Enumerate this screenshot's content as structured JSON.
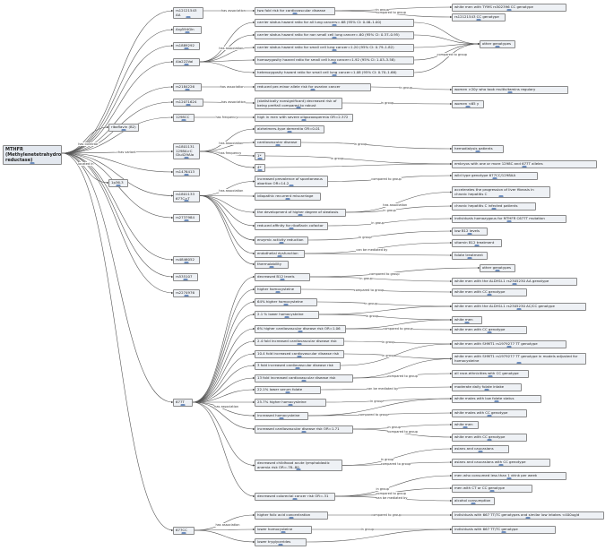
{
  "nodes": [
    {
      "id": "mthfr",
      "label": "MTHFR (Methylenetetrahydrofolate reductase)"
    },
    {
      "id": "rib",
      "label": "riboflavin (B2)"
    },
    {
      "id": "loc",
      "label": "1p36.3"
    },
    {
      "id": "rs1",
      "label": "rs12121543 AA"
    },
    {
      "id": "a1",
      "label": "two fold risk for cardiovascular disease"
    },
    {
      "id": "ant1",
      "label": "white men with TYMS rs502396 CC genotype"
    },
    {
      "id": "ant2",
      "label": "rs12121543 CC genotype"
    },
    {
      "id": "rs2",
      "label": "Arg594Gln"
    },
    {
      "id": "b1",
      "label": "carrier status hazard ratio for all lung cancers=.68 (95% CI: 0.46–1.00)"
    },
    {
      "id": "b2",
      "label": "carrier status hazard ratio for non small cell lung cancer=.60 (95% CI: 0.37–0.95)"
    },
    {
      "id": "rs3",
      "label": "rs1889292"
    },
    {
      "id": "b3",
      "label": "carrier status hazard ratio for small cell lung cancer=1.20 (95% CI: 0.79–1.82)"
    },
    {
      "id": "rs4",
      "label": "Ala222Val"
    },
    {
      "id": "b4",
      "label": "homozygosity hazard ratio for small cell lung cancer=1.92 (95% CI: 1.03–3.58)"
    },
    {
      "id": "b5",
      "label": "heterozygosity hazard ratio for small cell lung cancer=1.08 (95% CI: 0.70–1.66)"
    },
    {
      "id": "og",
      "label": "other genotypes"
    },
    {
      "id": "rs5",
      "label": "rs2184226"
    },
    {
      "id": "c1",
      "label": "reduced per-minor allele risk for ovarian cancer"
    },
    {
      "id": "ig1",
      "label": "women >20y who took multivitamins regulary"
    },
    {
      "id": "rs6",
      "label": "rs12071624"
    },
    {
      "id": "c2",
      "label": "(statistically nonsignificant) decreased risk of being preHall compared to robust"
    },
    {
      "id": "ig2",
      "label": "women <65 y"
    },
    {
      "id": "rs7",
      "label": "1298CC"
    },
    {
      "id": "c3",
      "label": "high in men with severe oligozoospermia OR=2.372"
    },
    {
      "id": "rs8",
      "label": "rs1801131 1298A>C Glu429Ala"
    },
    {
      "id": "d1",
      "label": "alzheimers-type dementia OR=0.01"
    },
    {
      "id": "d2",
      "label": "cardiovascular disease"
    },
    {
      "id": "ig3",
      "label": "hemodialysis patients"
    },
    {
      "id": "f1",
      "label": "1*"
    },
    {
      "id": "f2",
      "label": "4*"
    },
    {
      "id": "ig4",
      "label": "embryos with one or more 1298C and 677T alleles"
    },
    {
      "id": "rs9",
      "label": "rs1476413"
    },
    {
      "id": "rs10",
      "label": "rs1801133 677C>T"
    },
    {
      "id": "e1",
      "label": "increased prevalence of spontaneous abortion OR=14.2"
    },
    {
      "id": "ig5",
      "label": "wild type genotype 677CC/1298AA"
    },
    {
      "id": "e2",
      "label": "idiopathic recurrent miscarriage"
    },
    {
      "id": "e3",
      "label": "the development of higher degree of steatosis"
    },
    {
      "id": "h1",
      "label": "accelerates the progression of liver fibrosis in chronic hepatitis C"
    },
    {
      "id": "ig6",
      "label": "chronic hepatitis C infected patients"
    },
    {
      "id": "e4",
      "label": "reduced affinity for riboflavin cofactor"
    },
    {
      "id": "ig7",
      "label": "individuals homozygous for MTHFR C677T mutation"
    },
    {
      "id": "e5",
      "label": "enzymic activity reduction"
    },
    {
      "id": "ig8",
      "label": "low B12 levels"
    },
    {
      "id": "e6",
      "label": "endothelial dysfunction"
    },
    {
      "id": "m1",
      "label": "vitamin B12 treatment"
    },
    {
      "id": "m2",
      "label": "folate treatment"
    },
    {
      "id": "e7",
      "label": "thermolability"
    },
    {
      "id": "rs11",
      "label": "rs2737984"
    },
    {
      "id": "rs12",
      "label": "rs4846052"
    },
    {
      "id": "rs13",
      "label": "rs535107"
    },
    {
      "id": "rs14",
      "label": "rs2274976"
    },
    {
      "id": "og2",
      "label": "other genotypes"
    },
    {
      "id": "e8",
      "label": "decreased B12 levels"
    },
    {
      "id": "ig9",
      "label": "white men with the ALDH1L1 rs2305230 AA genotype"
    },
    {
      "id": "e9",
      "label": "higher homocysteine"
    },
    {
      "id": "ig10",
      "label": "white men with CC genotype"
    },
    {
      "id": "e10",
      "label": "64% higher homocysteine"
    },
    {
      "id": "ig11",
      "label": "white men with the ALDH1L1 rs2305230 AC/CC genotype"
    },
    {
      "id": "e11",
      "label": "2.1 % lower homocysteine"
    },
    {
      "id": "ig12",
      "label": "white men"
    },
    {
      "id": "e12",
      "label": "6% higher cardiovascular disease risk OR=1.06"
    },
    {
      "id": "ig13",
      "label": "white men with CC genotype"
    },
    {
      "id": "e13",
      "label": "2.4 fold increased cardiovascular disease risk"
    },
    {
      "id": "ig14",
      "label": "white men with SHMT1 rs1979277 TT genotype"
    },
    {
      "id": "e14",
      "label": "10.4 fold increased cardiovascular disease risk"
    },
    {
      "id": "ig15",
      "label": "white men with SHMT1 rs1979277 TT genotype in models adjusted for homocysteine"
    },
    {
      "id": "e15",
      "label": "3 fold increased cardiovascular disease risk"
    },
    {
      "id": "e16",
      "label": "13 fold increased cardiovascular disease risk"
    },
    {
      "id": "ig16",
      "label": "all race-ethnicities with CC genotype"
    },
    {
      "id": "e17",
      "label": "22.1% lower serum folate"
    },
    {
      "id": "m3",
      "label": "moderate daily folate intake"
    },
    {
      "id": "e18",
      "label": "25.7% higher homocysteine"
    },
    {
      "id": "ig17",
      "label": "white males with low folate status"
    },
    {
      "id": "rs15",
      "label": "677T"
    },
    {
      "id": "e19",
      "label": "increased homocysteine"
    },
    {
      "id": "ig18",
      "label": "white males with CC genotype"
    },
    {
      "id": "e20",
      "label": "increased cardiovascular disease risk OR=1.71"
    },
    {
      "id": "ig19",
      "label": "white men"
    },
    {
      "id": "ig20",
      "label": "white men with CC genotype"
    },
    {
      "id": "e21",
      "label": "decreased childhood acute lymphoblastic anemia risk OR=.78-.80"
    },
    {
      "id": "ig21",
      "label": "asians and caucasians"
    },
    {
      "id": "ig22",
      "label": "asians and caucasians with CC genotype"
    },
    {
      "id": "e22",
      "label": "decreased colorectal cancer risk OR=.31"
    },
    {
      "id": "ig23",
      "label": "men who consumed less than 1 drink per week"
    },
    {
      "id": "ig24",
      "label": "men with CT or CC genotype"
    },
    {
      "id": "m4",
      "label": "alcohol consumption"
    },
    {
      "id": "rs16",
      "label": "677CC"
    },
    {
      "id": "g1",
      "label": "higher folic acid concentration"
    },
    {
      "id": "ig25",
      "label": "individuals with 667 TT/TC genotypes and similar low intakes <400ug/d"
    },
    {
      "id": "g2",
      "label": "lower homocysteine"
    },
    {
      "id": "ig26",
      "label": "individuals with 667 TT/TC genotype"
    },
    {
      "id": "g3",
      "label": "lower tryglycerides"
    }
  ],
  "edge_labels": {
    "has_collector": "has collector",
    "located_in": "located in",
    "has_variant": "has variant",
    "has_association": "has association",
    "has_frequency": "has frequency",
    "compared_to_group": "compared to group",
    "in_group": "in group",
    "can_be_mediated_by": "can be mediated by"
  },
  "edges": [
    {
      "s": "mthfr",
      "t": "rib",
      "l": "has_collector"
    },
    {
      "s": "mthfr",
      "t": "loc",
      "l": "located_in"
    },
    {
      "s": "rs1",
      "t": "a1",
      "l": "has_association"
    },
    {
      "s": "a1",
      "t": "ant1",
      "l": "in_group"
    },
    {
      "s": "a1",
      "t": "ant2",
      "l": "compared_to_group"
    },
    {
      "s": "rs4",
      "t": "b1",
      "l": "has_association"
    },
    {
      "s": "rs4",
      "t": "b2",
      "l": ""
    },
    {
      "s": "rs4",
      "t": "b3",
      "l": ""
    },
    {
      "s": "rs4",
      "t": "b4",
      "l": ""
    },
    {
      "s": "rs4",
      "t": "b5",
      "l": ""
    },
    {
      "s": "b1",
      "t": "og",
      "l": ""
    },
    {
      "s": "b2",
      "t": "og",
      "l": ""
    },
    {
      "s": "b3",
      "t": "og",
      "l": ""
    },
    {
      "s": "b4",
      "t": "og",
      "l": "compared_to_group"
    },
    {
      "s": "b5",
      "t": "og",
      "l": ""
    },
    {
      "s": "rs5",
      "t": "c1",
      "l": "has_association"
    },
    {
      "s": "c1",
      "t": "ig1",
      "l": "in_group"
    },
    {
      "s": "rs6",
      "t": "c2",
      "l": "has_association"
    },
    {
      "s": "c2",
      "t": "ig2",
      "l": "in_group"
    },
    {
      "s": "rs7",
      "t": "c3",
      "l": "has_frequency"
    },
    {
      "s": "rs8",
      "t": "d1",
      "l": "has_association"
    },
    {
      "s": "rs8",
      "t": "d2",
      "l": ""
    },
    {
      "s": "d2",
      "t": "ig3",
      "l": "in_group"
    },
    {
      "s": "rs8",
      "t": "f1",
      "l": "has_frequency"
    },
    {
      "s": "rs8",
      "t": "f2",
      "l": ""
    },
    {
      "s": "f1",
      "t": "ig4",
      "l": "in_group"
    },
    {
      "s": "f2",
      "t": "ig4",
      "l": ""
    },
    {
      "s": "rs10",
      "t": "e1",
      "l": "has_association"
    },
    {
      "s": "e1",
      "t": "ig5",
      "l": "compared_to_group"
    },
    {
      "s": "rs10",
      "t": "e2",
      "l": ""
    },
    {
      "s": "rs10",
      "t": "e3",
      "l": ""
    },
    {
      "s": "e3",
      "t": "h1",
      "l": "has_association"
    },
    {
      "s": "e3",
      "t": "ig6",
      "l": "in_group"
    },
    {
      "s": "rs10",
      "t": "e4",
      "l": ""
    },
    {
      "s": "e4",
      "t": "ig7",
      "l": "in_group"
    },
    {
      "s": "rs10",
      "t": "e5",
      "l": ""
    },
    {
      "s": "e5",
      "t": "ig8",
      "l": "in_group"
    },
    {
      "s": "rs10",
      "t": "e6",
      "l": ""
    },
    {
      "s": "e6",
      "t": "m1",
      "l": "can_be_mediated_by"
    },
    {
      "s": "e6",
      "t": "m2",
      "l": ""
    },
    {
      "s": "rs10",
      "t": "e7",
      "l": ""
    },
    {
      "s": "rs15",
      "t": "e8",
      "l": ""
    },
    {
      "s": "e8",
      "t": "og2",
      "l": "compared_to_group"
    },
    {
      "s": "e8",
      "t": "ig9",
      "l": "in_group"
    },
    {
      "s": "rs15",
      "t": "e9",
      "l": ""
    },
    {
      "s": "e9",
      "t": "ig10",
      "l": "compared_to_group"
    },
    {
      "s": "rs15",
      "t": "e10",
      "l": ""
    },
    {
      "s": "e10",
      "t": "ig11",
      "l": "in_group"
    },
    {
      "s": "rs15",
      "t": "e11",
      "l": ""
    },
    {
      "s": "e11",
      "t": "ig11",
      "l": ""
    },
    {
      "s": "e11",
      "t": "ig12",
      "l": "in_group"
    },
    {
      "s": "rs15",
      "t": "e12",
      "l": ""
    },
    {
      "s": "e12",
      "t": "ig12",
      "l": ""
    },
    {
      "s": "e12",
      "t": "ig13",
      "l": "compared_to_group"
    },
    {
      "s": "rs15",
      "t": "e13",
      "l": ""
    },
    {
      "s": "e13",
      "t": "ig14",
      "l": "in_group"
    },
    {
      "s": "rs15",
      "t": "e14",
      "l": ""
    },
    {
      "s": "e14",
      "t": "ig15",
      "l": "in_group"
    },
    {
      "s": "rs15",
      "t": "e15",
      "l": ""
    },
    {
      "s": "e15",
      "t": "ig14",
      "l": ""
    },
    {
      "s": "rs15",
      "t": "e16",
      "l": ""
    },
    {
      "s": "e16",
      "t": "ig15",
      "l": ""
    },
    {
      "s": "e16",
      "t": "ig16",
      "l": "compared_to_group"
    },
    {
      "s": "rs15",
      "t": "e17",
      "l": ""
    },
    {
      "s": "e17",
      "t": "m3",
      "l": "can_be_mediated_by"
    },
    {
      "s": "rs15",
      "t": "e18",
      "l": ""
    },
    {
      "s": "e18",
      "t": "ig17",
      "l": "in_group"
    },
    {
      "s": "rs15",
      "t": "e19",
      "l": "has_association"
    },
    {
      "s": "e19",
      "t": "ig17",
      "l": ""
    },
    {
      "s": "e19",
      "t": "ig18",
      "l": "compared_to_group"
    },
    {
      "s": "rs15",
      "t": "e20",
      "l": ""
    },
    {
      "s": "e20",
      "t": "ig19",
      "l": "in_group"
    },
    {
      "s": "e20",
      "t": "ig20",
      "l": "compared_to_group"
    },
    {
      "s": "rs15",
      "t": "e21",
      "l": ""
    },
    {
      "s": "e21",
      "t": "ig21",
      "l": "in_group"
    },
    {
      "s": "e21",
      "t": "ig22",
      "l": "compared_to_group"
    },
    {
      "s": "rs15",
      "t": "e22",
      "l": ""
    },
    {
      "s": "e22",
      "t": "ig23",
      "l": "in_group"
    },
    {
      "s": "e22",
      "t": "ig24",
      "l": "compared_to_group"
    },
    {
      "s": "e22",
      "t": "m4",
      "l": "can_be_mediated_by"
    },
    {
      "s": "rs16",
      "t": "g1",
      "l": "has_association"
    },
    {
      "s": "rs16",
      "t": "g2",
      "l": ""
    },
    {
      "s": "rs16",
      "t": "g3",
      "l": ""
    },
    {
      "s": "g1",
      "t": "ig25",
      "l": "compared_to_group"
    },
    {
      "s": "g2",
      "t": "ig26",
      "l": "in_group"
    },
    {
      "s": "g3",
      "t": "ig26",
      "l": ""
    }
  ],
  "variant_edge_label": "has_variant"
}
